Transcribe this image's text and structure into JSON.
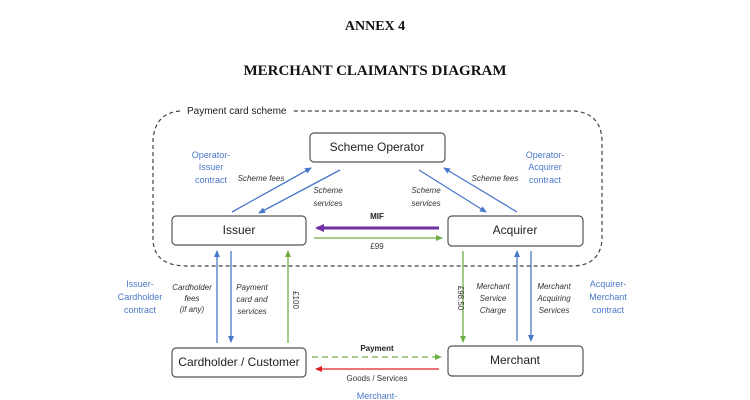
{
  "header": {
    "annex": "ANNEX 4",
    "title": "MERCHANT CLAIMANTS DIAGRAM"
  },
  "scheme": {
    "label": "Payment card scheme"
  },
  "nodes": {
    "scheme_operator": "Scheme Operator",
    "issuer": "Issuer",
    "acquirer": "Acquirer",
    "cardholder": "Cardholder / Customer",
    "merchant": "Merchant"
  },
  "contracts": {
    "operator_issuer": [
      "Operator-",
      "Issuer",
      "contract"
    ],
    "operator_acquirer": [
      "Operator-",
      "Acquirer",
      "contract"
    ],
    "issuer_cardholder": [
      "Issuer-",
      "Cardholder",
      "contract"
    ],
    "acquirer_merchant": [
      "Acquirer-",
      "Merchant",
      "contract"
    ],
    "merchant_bottom": "Merchant-"
  },
  "flows": {
    "scheme_fees_left": "Scheme fees",
    "scheme_services_left": [
      "Scheme",
      "services"
    ],
    "scheme_services_right": [
      "Scheme",
      "services"
    ],
    "scheme_fees_right": "Scheme fees",
    "mif": "MIF",
    "interchange_amount": "£99",
    "cardholder_fees": [
      "Cardholder",
      "fees",
      "(if any)"
    ],
    "payment_card_services": [
      "Payment",
      "card and",
      "services"
    ],
    "cardholder_amount": "£100",
    "merchant_amount": "£98.50",
    "merchant_service_charge": [
      "Merchant",
      "Service",
      "Charge"
    ],
    "merchant_acquiring_services": [
      "Merchant",
      "Acquiring",
      "Services"
    ],
    "payment": "Payment",
    "goods_services": "Goods / Services"
  },
  "colors": {
    "blue": "#4a78c8",
    "green": "#70ad47",
    "purple": "#7030a0",
    "red": "#e02020"
  }
}
